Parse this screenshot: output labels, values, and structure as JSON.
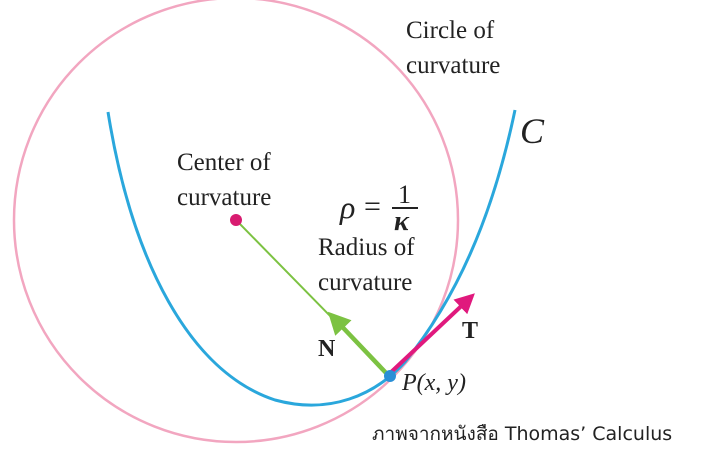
{
  "labels": {
    "circle_line1": "Circle of",
    "circle_line2": "curvature",
    "curve": "C",
    "center_line1": "Center of",
    "center_line2": "curvature",
    "rho": "ρ",
    "equals": "=",
    "numerator": "1",
    "denominator": "κ",
    "radius_line1": "Radius of",
    "radius_line2": "curvature",
    "normal": "N",
    "tangent": "T",
    "point": "P(x, y)"
  },
  "caption": "ภาพจากหนังสือ Thomas’ Calculus",
  "colors": {
    "curve": "#2aa7dc",
    "circle": "#f2a6c0",
    "radius": "#7cc242",
    "tangent": "#e0197d",
    "center_dot": "#d81b70",
    "point_dot": "#2a8fd6",
    "text": "#222222"
  }
}
